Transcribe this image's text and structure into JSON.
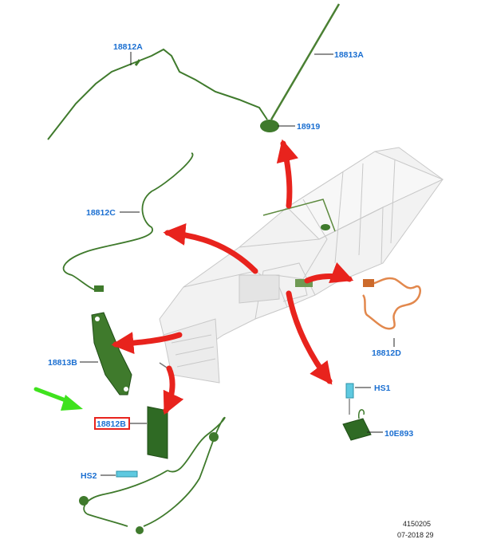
{
  "colors": {
    "label": "#1b6fd1",
    "part_green": "#3f7a2c",
    "part_green_dark": "#1f4d16",
    "harness_orange": "#e2884d",
    "arrow_red": "#e8231d",
    "pointer_green": "#3fe21d",
    "highlight_box": "#e8231d",
    "hs_cyan": "#5fc9e0"
  },
  "labels": {
    "a18812A": "18812A",
    "a18813A": "18813A",
    "a18919": "18919",
    "a18812C": "18812C",
    "a18812D": "18812D",
    "a18813B": "18813B",
    "a18812B": "18812B",
    "hs1": "HS1",
    "hs2": "HS2",
    "a10E893": "10E893"
  },
  "footer": {
    "line1": "4150205",
    "line2": "07-2018 29"
  }
}
